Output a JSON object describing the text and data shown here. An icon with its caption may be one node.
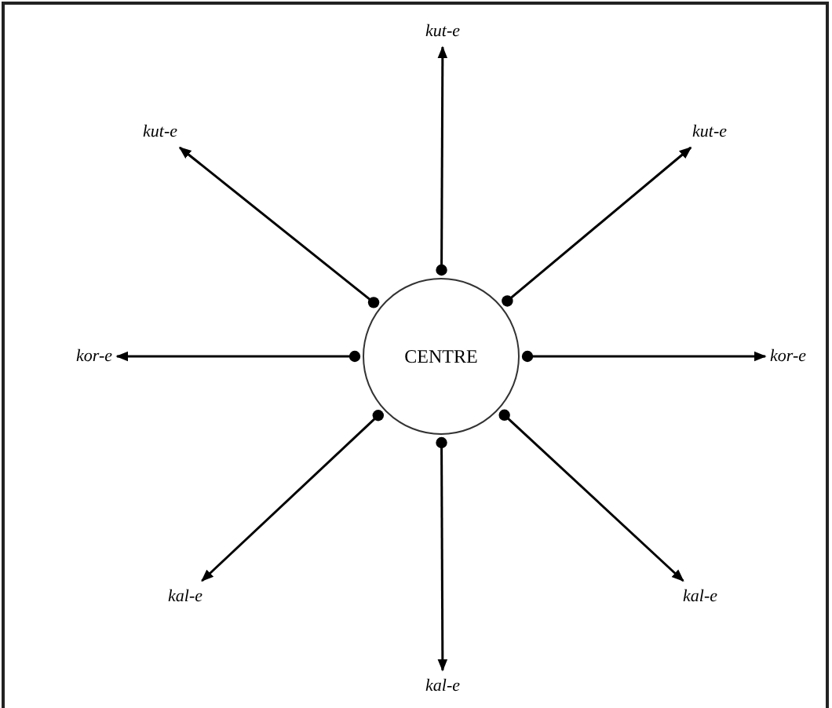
{
  "diagram": {
    "nodes": [
      {
        "text": [
          "kut-e"
        ]
      },
      {
        "text": [
          "kut-e"
        ]
      },
      {
        "text": [
          "kut-e"
        ]
      },
      {
        "text": [
          "kor-e"
        ]
      },
      {
        "text": [
          "CENTRE"
        ]
      },
      {
        "text": [
          "kor-e"
        ]
      },
      {
        "text": [
          "kal-e"
        ]
      },
      {
        "text": [
          "kal-e"
        ]
      },
      {
        "text": [
          "kal-e"
        ]
      }
    ],
    "edges": [
      {
        "from": 4,
        "to": 0,
        "arrow": "to"
      },
      {
        "from": 4,
        "to": 1,
        "arrow": "to"
      },
      {
        "from": 4,
        "to": 2,
        "arrow": "to"
      },
      {
        "from": 4,
        "to": 3,
        "arrow": "to"
      },
      {
        "from": 4,
        "to": 5,
        "arrow": "to"
      },
      {
        "from": 4,
        "to": 6,
        "arrow": "to"
      },
      {
        "from": 4,
        "to": 7,
        "arrow": "to"
      },
      {
        "from": 4,
        "to": 8,
        "arrow": "to"
      }
    ]
  }
}
